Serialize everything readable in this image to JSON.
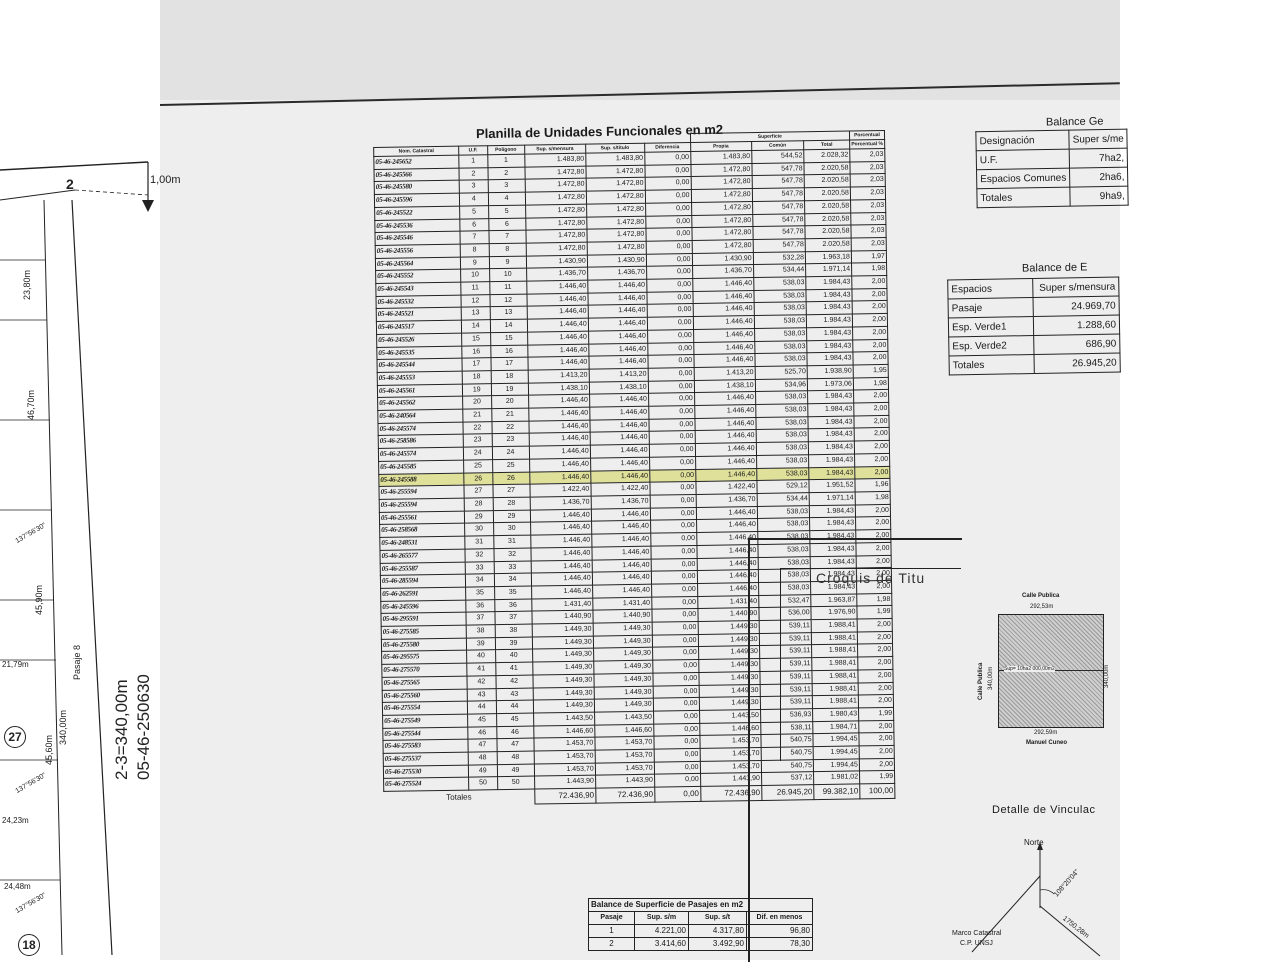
{
  "main_table": {
    "title": "Planilla de Unidades Funcionales en m2",
    "headers": [
      "Nom. Catastral",
      "U.F.",
      "Polígono",
      "Sup. s/mensura",
      "Sup. s/título",
      "Diferencia",
      "Propia",
      "Común",
      "Total",
      "Porcentual %"
    ],
    "group_header": "Superficie",
    "group_header_pct": "Porcentual",
    "rows": [
      [
        "05-46-245652",
        "1",
        "1",
        "1.483,80",
        "1.483,80",
        "0,00",
        "1.483,80",
        "544,52",
        "2.028,32",
        "2,03"
      ],
      [
        "05-46-245566",
        "2",
        "2",
        "1.472,80",
        "1.472,80",
        "0,00",
        "1.472,80",
        "547,78",
        "2.020,58",
        "2,03"
      ],
      [
        "05-46-245580",
        "3",
        "3",
        "1.472,80",
        "1.472,80",
        "0,00",
        "1.472,80",
        "547,78",
        "2.020,58",
        "2,03"
      ],
      [
        "05-46-245596",
        "4",
        "4",
        "1.472,80",
        "1.472,80",
        "0,00",
        "1.472,80",
        "547,78",
        "2.020,58",
        "2,03"
      ],
      [
        "05-46-245522",
        "5",
        "5",
        "1.472,80",
        "1.472,80",
        "0,00",
        "1.472,80",
        "547,78",
        "2.020,58",
        "2,03"
      ],
      [
        "05-46-245536",
        "6",
        "6",
        "1.472,80",
        "1.472,80",
        "0,00",
        "1.472,80",
        "547,78",
        "2.020,58",
        "2,03"
      ],
      [
        "05-46-245546",
        "7",
        "7",
        "1.472,80",
        "1.472,80",
        "0,00",
        "1.472,80",
        "547,78",
        "2.020,58",
        "2,03"
      ],
      [
        "05-46-245556",
        "8",
        "8",
        "1.472,80",
        "1.472,80",
        "0,00",
        "1.472,80",
        "547,78",
        "2.020,58",
        "2,03"
      ],
      [
        "05-46-245564",
        "9",
        "9",
        "1.430,90",
        "1.430,90",
        "0,00",
        "1.430,90",
        "532,28",
        "1.963,18",
        "1,97"
      ],
      [
        "05-46-245552",
        "10",
        "10",
        "1.436,70",
        "1.436,70",
        "0,00",
        "1.436,70",
        "534,44",
        "1.971,14",
        "1,98"
      ],
      [
        "05-46-245543",
        "11",
        "11",
        "1.446,40",
        "1.446,40",
        "0,00",
        "1.446,40",
        "538,03",
        "1.984,43",
        "2,00"
      ],
      [
        "05-46-245532",
        "12",
        "12",
        "1.446,40",
        "1.446,40",
        "0,00",
        "1.446,40",
        "538,03",
        "1.984,43",
        "2,00"
      ],
      [
        "05-46-245521",
        "13",
        "13",
        "1.446,40",
        "1.446,40",
        "0,00",
        "1.446,40",
        "538,03",
        "1.984,43",
        "2,00"
      ],
      [
        "05-46-245517",
        "14",
        "14",
        "1.446,40",
        "1.446,40",
        "0,00",
        "1.446,40",
        "538,03",
        "1.984,43",
        "2,00"
      ],
      [
        "05-46-245526",
        "15",
        "15",
        "1.446,40",
        "1.446,40",
        "0,00",
        "1.446,40",
        "538,03",
        "1.984,43",
        "2,00"
      ],
      [
        "05-46-245535",
        "16",
        "16",
        "1.446,40",
        "1.446,40",
        "0,00",
        "1.446,40",
        "538,03",
        "1.984,43",
        "2,00"
      ],
      [
        "05-46-245544",
        "17",
        "17",
        "1.446,40",
        "1.446,40",
        "0,00",
        "1.446,40",
        "538,03",
        "1.984,43",
        "2,00"
      ],
      [
        "05-46-245553",
        "18",
        "18",
        "1.413,20",
        "1.413,20",
        "0,00",
        "1.413,20",
        "525,70",
        "1.938,90",
        "1,95"
      ],
      [
        "05-46-245561",
        "19",
        "19",
        "1.438,10",
        "1.438,10",
        "0,00",
        "1.438,10",
        "534,96",
        "1.973,06",
        "1,98"
      ],
      [
        "05-46-245562",
        "20",
        "20",
        "1.446,40",
        "1.446,40",
        "0,00",
        "1.446,40",
        "538,03",
        "1.984,43",
        "2,00"
      ],
      [
        "05-46-240564",
        "21",
        "21",
        "1.446,40",
        "1.446,40",
        "0,00",
        "1.446,40",
        "538,03",
        "1.984,43",
        "2,00"
      ],
      [
        "05-46-245574",
        "22",
        "22",
        "1.446,40",
        "1.446,40",
        "0,00",
        "1.446,40",
        "538,03",
        "1.984,43",
        "2,00"
      ],
      [
        "05-46-258586",
        "23",
        "23",
        "1.446,40",
        "1.446,40",
        "0,00",
        "1.446,40",
        "538,03",
        "1.984,43",
        "2,00"
      ],
      [
        "05-46-245574",
        "24",
        "24",
        "1.446,40",
        "1.446,40",
        "0,00",
        "1.446,40",
        "538,03",
        "1.984,43",
        "2,00"
      ],
      [
        "05-46-245585",
        "25",
        "25",
        "1.446,40",
        "1.446,40",
        "0,00",
        "1.446,40",
        "538,03",
        "1.984,43",
        "2,00"
      ],
      [
        "05-46-245588",
        "26",
        "26",
        "1.446,40",
        "1.446,40",
        "0,00",
        "1.446,40",
        "538,03",
        "1.984,43",
        "2,00"
      ],
      [
        "05-46-255594",
        "27",
        "27",
        "1.422,40",
        "1.422,40",
        "0,00",
        "1.422,40",
        "529,12",
        "1.951,52",
        "1,96"
      ],
      [
        "05-46-255594",
        "28",
        "28",
        "1.436,70",
        "1.436,70",
        "0,00",
        "1.436,70",
        "534,44",
        "1.971,14",
        "1,98"
      ],
      [
        "05-46-255561",
        "29",
        "29",
        "1.446,40",
        "1.446,40",
        "0,00",
        "1.446,40",
        "538,03",
        "1.984,43",
        "2,00"
      ],
      [
        "05-46-258568",
        "30",
        "30",
        "1.446,40",
        "1.446,40",
        "0,00",
        "1.446,40",
        "538,03",
        "1.984,43",
        "2,00"
      ],
      [
        "05-46-248531",
        "31",
        "31",
        "1.446,40",
        "1.446,40",
        "0,00",
        "1.446,40",
        "538,03",
        "1.984,43",
        "2,00"
      ],
      [
        "05-46-265577",
        "32",
        "32",
        "1.446,40",
        "1.446,40",
        "0,00",
        "1.446,40",
        "538,03",
        "1.984,43",
        "2,00"
      ],
      [
        "05-46-255587",
        "33",
        "33",
        "1.446,40",
        "1.446,40",
        "0,00",
        "1.446,40",
        "538,03",
        "1.984,43",
        "2,00"
      ],
      [
        "05-46-285594",
        "34",
        "34",
        "1.446,40",
        "1.446,40",
        "0,00",
        "1.446,40",
        "538,03",
        "1.984,43",
        "2,00"
      ],
      [
        "05-46-262591",
        "35",
        "35",
        "1.446,40",
        "1.446,40",
        "0,00",
        "1.446,40",
        "538,03",
        "1.984,43",
        "2,00"
      ],
      [
        "05-46-245596",
        "36",
        "36",
        "1.431,40",
        "1.431,40",
        "0,00",
        "1.431,40",
        "532,47",
        "1.963,87",
        "1,98"
      ],
      [
        "05-46-295591",
        "37",
        "37",
        "1.440,90",
        "1.440,90",
        "0,00",
        "1.440,90",
        "536,00",
        "1.976,90",
        "1,99"
      ],
      [
        "05-46-275585",
        "38",
        "38",
        "1.449,30",
        "1.449,30",
        "0,00",
        "1.449,30",
        "539,11",
        "1.988,41",
        "2,00"
      ],
      [
        "05-46-275580",
        "39",
        "39",
        "1.449,30",
        "1.449,30",
        "0,00",
        "1.449,30",
        "539,11",
        "1.988,41",
        "2,00"
      ],
      [
        "05-46-295575",
        "40",
        "40",
        "1.449,30",
        "1.449,30",
        "0,00",
        "1.449,30",
        "539,11",
        "1.988,41",
        "2,00"
      ],
      [
        "05-46-275570",
        "41",
        "41",
        "1.449,30",
        "1.449,30",
        "0,00",
        "1.449,30",
        "539,11",
        "1.988,41",
        "2,00"
      ],
      [
        "05-46-275565",
        "42",
        "42",
        "1.449,30",
        "1.449,30",
        "0,00",
        "1.449,30",
        "539,11",
        "1.988,41",
        "2,00"
      ],
      [
        "05-46-275560",
        "43",
        "43",
        "1.449,30",
        "1.449,30",
        "0,00",
        "1.449,30",
        "539,11",
        "1.988,41",
        "2,00"
      ],
      [
        "05-46-275554",
        "44",
        "44",
        "1.449,30",
        "1.449,30",
        "0,00",
        "1.449,30",
        "539,11",
        "1.988,41",
        "2,00"
      ],
      [
        "05-46-275549",
        "45",
        "45",
        "1.443,50",
        "1.443,50",
        "0,00",
        "1.443,50",
        "536,93",
        "1.980,43",
        "1,99"
      ],
      [
        "05-46-275544",
        "46",
        "46",
        "1.446,60",
        "1.446,60",
        "0,00",
        "1.446,60",
        "538,11",
        "1.984,71",
        "2,00"
      ],
      [
        "05-46-275583",
        "47",
        "47",
        "1.453,70",
        "1.453,70",
        "0,00",
        "1.453,70",
        "540,75",
        "1.994,45",
        "2,00"
      ],
      [
        "05-46-275537",
        "48",
        "48",
        "1.453,70",
        "1.453,70",
        "0,00",
        "1.453,70",
        "540,75",
        "1.994,45",
        "2,00"
      ],
      [
        "05-46-275530",
        "49",
        "49",
        "1.453,70",
        "1.453,70",
        "0,00",
        "1.453,70",
        "540,75",
        "1.994,45",
        "2,00"
      ],
      [
        "05-46-275524",
        "50",
        "50",
        "1.443,90",
        "1.443,90",
        "0,00",
        "1.443,90",
        "537,12",
        "1.981,02",
        "1,99"
      ]
    ],
    "highlight_row": 25,
    "totals": [
      "Totales",
      "72.436,90",
      "72.436,90",
      "0,00",
      "72.436,90",
      "26.945,20",
      "99.382,10",
      "100,00"
    ]
  },
  "balance_general": {
    "title": "Balance Ge",
    "rows": [
      [
        "Designación",
        "Super s/me"
      ],
      [
        "U.F.",
        "7ha2,"
      ],
      [
        "Espacios Comunes",
        "2ha6,"
      ],
      [
        "Totales",
        "9ha9,"
      ]
    ]
  },
  "balance_espacios": {
    "title": "Balance de E",
    "rows": [
      [
        "Espacios",
        "Super s/mensura"
      ],
      [
        "Pasaje",
        "24.969,70"
      ],
      [
        "Esp. Verde1",
        "1.288,60"
      ],
      [
        "Esp. Verde2",
        "686,90"
      ],
      [
        "Totales",
        "26.945,20"
      ]
    ]
  },
  "balance_pasajes": {
    "title": "Balance de Superficie de Pasajes en m2",
    "headers": [
      "Pasaje",
      "Sup. s/m",
      "Sup. s/t",
      "Dif. en menos"
    ],
    "rows": [
      [
        "1",
        "4.221,00",
        "4.317,80",
        "96,80"
      ],
      [
        "2",
        "3.414,60",
        "3.492,90",
        "78,30"
      ]
    ]
  },
  "croquis": {
    "title": "Croquis de Titu",
    "top_street": "Calle Publica",
    "top_dim": "292,53m",
    "left_street": "Calle Publica",
    "left_dim": "340,00m",
    "right_dim": "340,00m",
    "bottom_dim": "292,59m",
    "bottom_street": "Manuel Cuneo",
    "center_label": "Sup= 10ha2 000,00m2",
    "detalle": "Detalle de Vinculac",
    "north": "Norte",
    "angle": "108°20'04\"",
    "dist": "1750,28m",
    "marco": "Marco Catastral",
    "marco_sub": "C.P. UNSJ"
  },
  "survey": {
    "dim_main": "2-3=340,00m",
    "nomenclature": "05-46-250630",
    "top_dim": "1,00m",
    "pasaje": "Pasaje 8",
    "lot_27": "27",
    "lot_18": "18",
    "small_dims": [
      "23,80m",
      "46,70m",
      "45,90m",
      "45,60m",
      "340,00m",
      "24,48m",
      "21,79m",
      "24,23m",
      "137°56'30\"",
      "137°56'30\"",
      "137°56'30\""
    ],
    "corner": "2"
  },
  "colors": {
    "paper": "#eeeeee",
    "ink": "#1a1a1a",
    "highlight": "#dfe09a"
  }
}
